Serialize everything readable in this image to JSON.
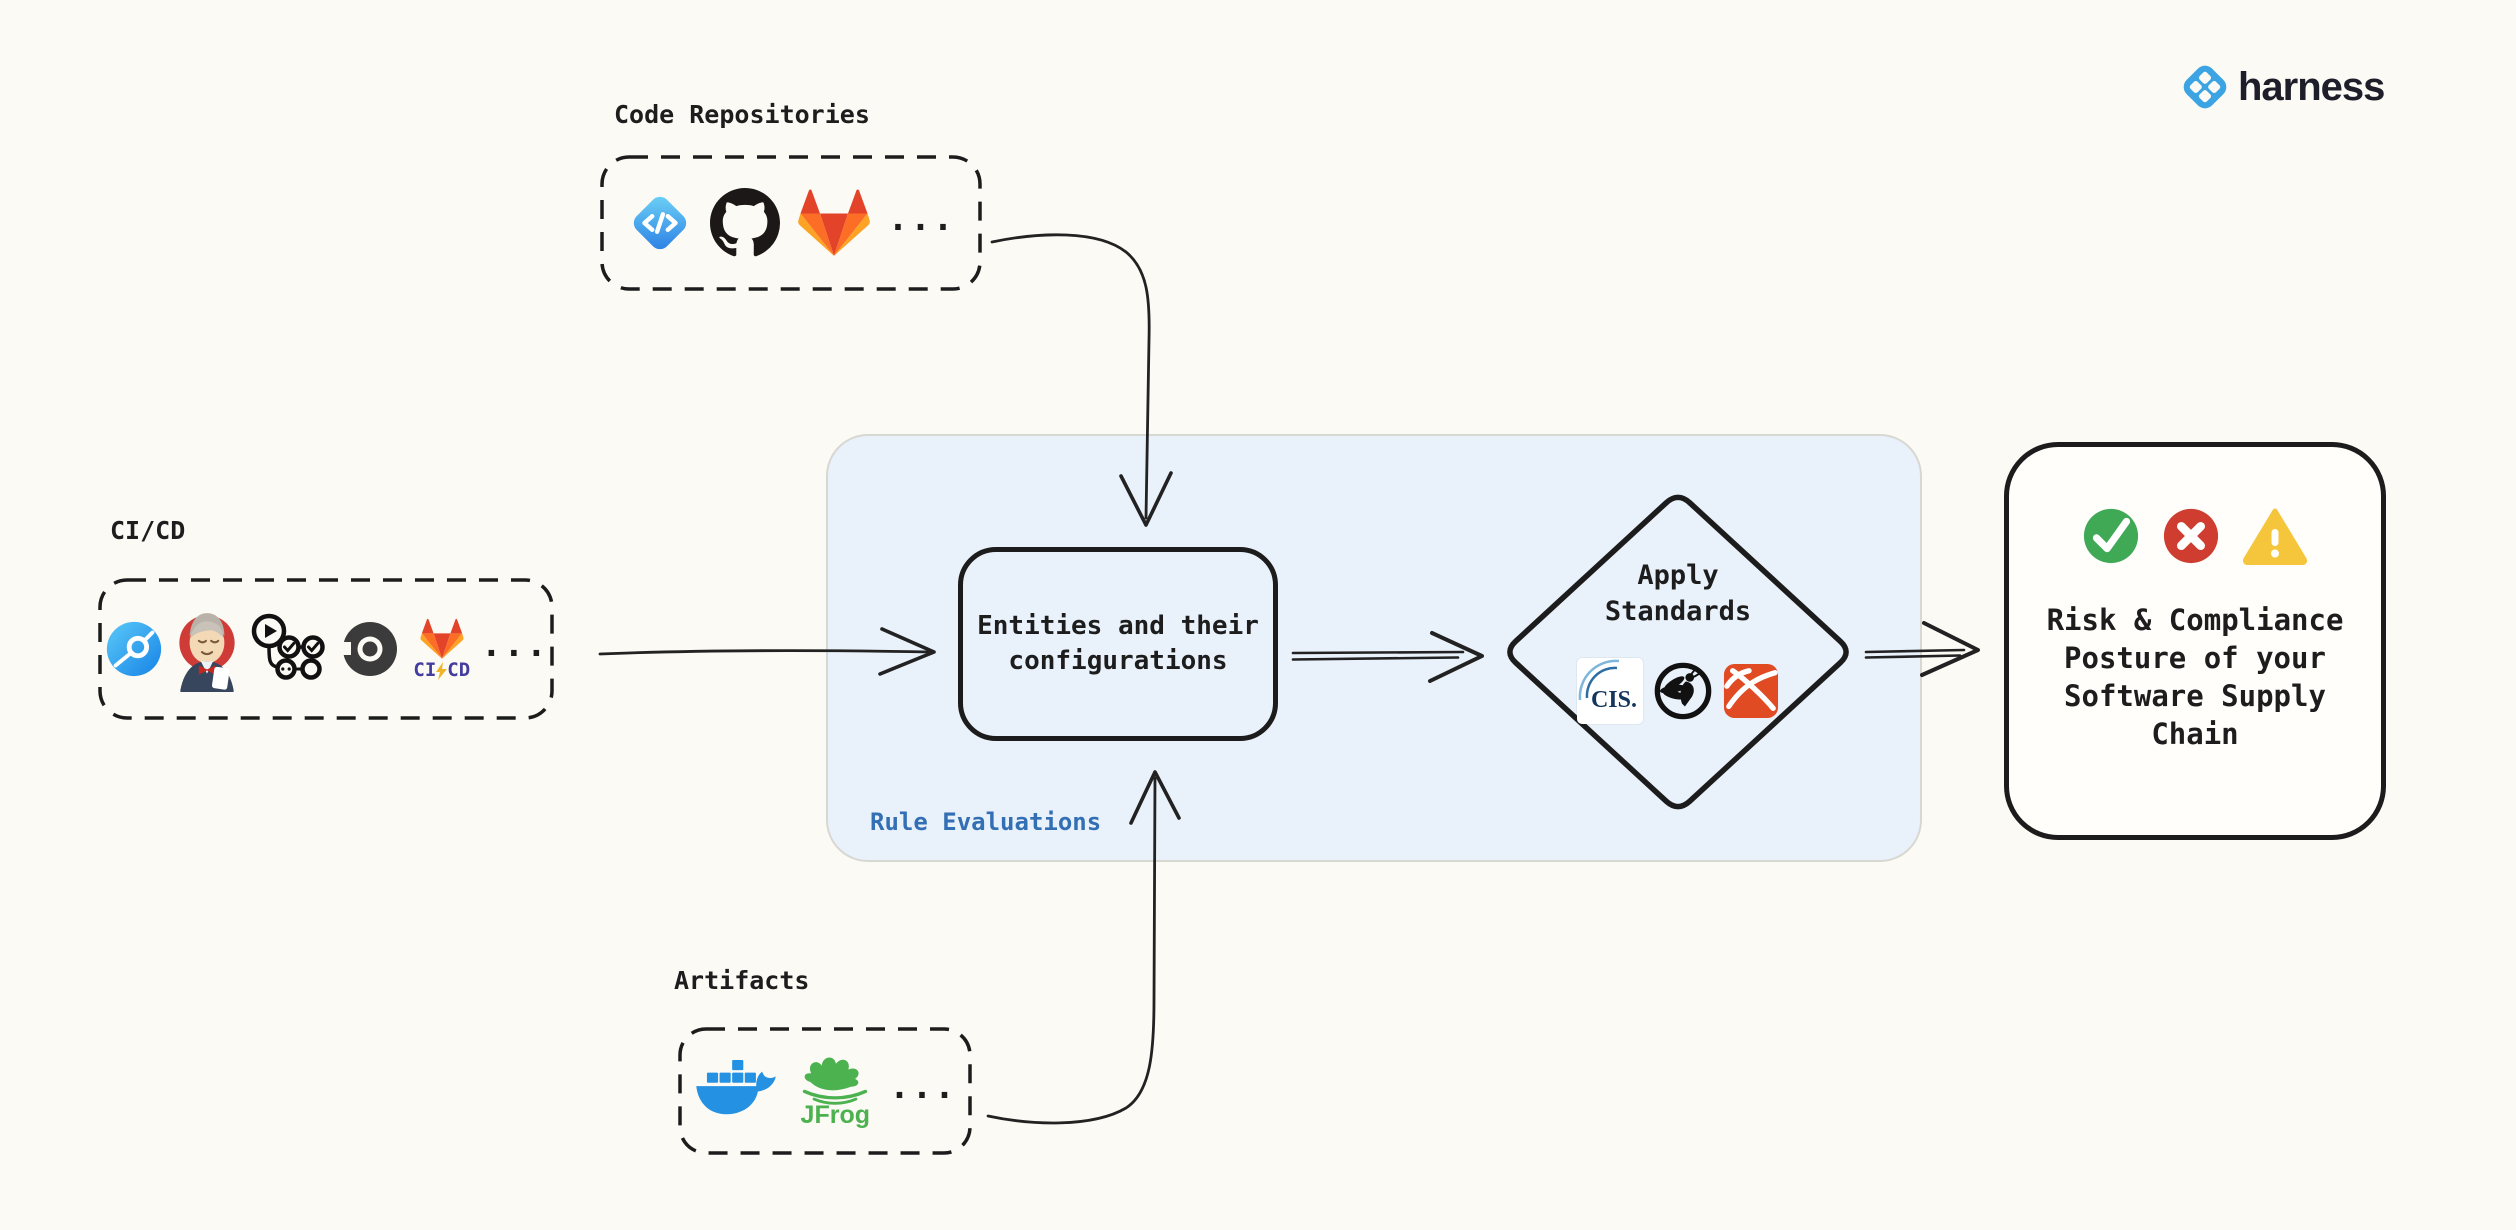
{
  "brand": {
    "name": "harness",
    "icon": "harness-logo-icon",
    "icon_color": "#3da4e4",
    "text_color": "#1e1e2a"
  },
  "sources": {
    "code_repositories": {
      "label": "Code Repositories",
      "more": "...",
      "icons": [
        "azure-repos-icon",
        "github-icon",
        "gitlab-icon"
      ]
    },
    "cicd": {
      "label": "CI/CD",
      "more": "...",
      "icons": [
        "harness-ci-icon",
        "jenkins-icon",
        "github-actions-icon",
        "circleci-icon",
        "gitlab-cicd-icon"
      ]
    },
    "artifacts": {
      "label": "Artifacts",
      "more": "...",
      "icons": [
        "docker-icon",
        "jfrog-icon"
      ]
    }
  },
  "icon_text": {
    "gitlab_ci": "CI",
    "gitlab_cd": "CD",
    "jfrog": "JFrog",
    "cis": "CIS."
  },
  "pipeline": {
    "rule_evaluations": {
      "label": "Rule Evaluations",
      "label_color": "#336fb4",
      "fill": "#e9f1fb"
    },
    "entities": {
      "text": "Entities and their configurations"
    },
    "apply_standards": {
      "text": "Apply Standards",
      "icons": [
        "cis-benchmark-icon",
        "owasp-icon",
        "security-standard-badge-icon"
      ]
    }
  },
  "outcome": {
    "text": "Risk & Compliance Posture of your Software Supply Chain",
    "status_icons": [
      "success-check-icon",
      "failure-x-icon",
      "warning-icon"
    ]
  },
  "colors": {
    "ink": "#1d1d1d",
    "container_fill": "#e9f1fb",
    "rule_label_blue": "#336fb4",
    "success_green": "#3fa956",
    "failure_red": "#cf3d30",
    "warning_yellow": "#f5c63c",
    "harness_blue": "#3da4e4",
    "docker_blue": "#2491e3",
    "jfrog_green": "#4cb14f",
    "badge_orange": "#e04b23"
  }
}
